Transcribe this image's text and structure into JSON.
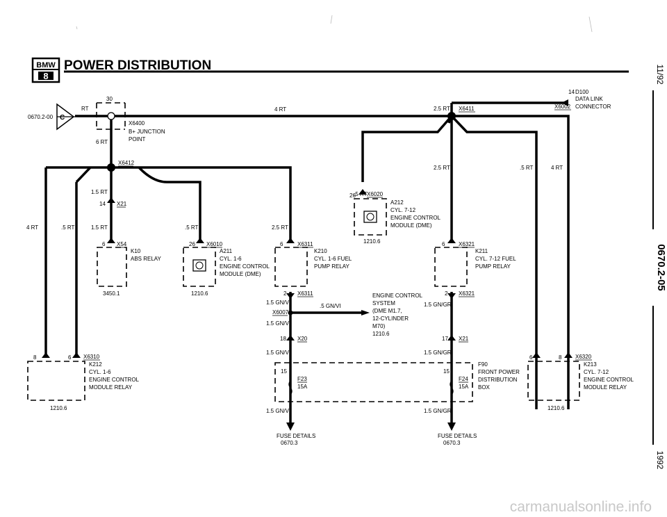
{
  "header": {
    "logo_text": "BMW",
    "logo_series": "8",
    "title": "POWER DISTRIBUTION"
  },
  "sidebar": {
    "date": "11/92",
    "section": "0670.2-05",
    "year": "1992"
  },
  "watermark": "carmanualsonline.info",
  "connector_left": {
    "ref": "0670.2-00",
    "letter": "C"
  },
  "junction": {
    "pin": "30",
    "id": "X6400",
    "name": "B+ JUNCTION",
    "name2": "POINT"
  },
  "data_link": {
    "pin": "14",
    "code": "D100",
    "name": "DATA LINK",
    "id": "X6002",
    "name2": "CONNECTOR"
  },
  "wires": {
    "rt": "RT",
    "rt4": "4 RT",
    "rt6": "6 RT",
    "rt25": "2.5 RT",
    "rt15": "1.5 RT",
    "rt05": ".5 RT",
    "gnvi": "1.5 GN/VI",
    "gnvi05": ".5 GN/VI",
    "gngr": "1.5 GN/GR"
  },
  "connectors": {
    "x6411": "X6411",
    "x6412": "X6412",
    "x21_pin": "14",
    "x21": "X21",
    "x21b_pin": "17",
    "x20_pin": "18",
    "x20": "X20",
    "x54_pin": "6",
    "x54": "X54",
    "x6010_pin": "26",
    "x6010": "X6010",
    "x6020_pin": "26",
    "x6020": "X6020",
    "x6311_pin": "6",
    "x6311": "X6311",
    "x6311b_pin": "2",
    "x6321_pin": "6",
    "x6321": "X6321",
    "x6321b_pin": "2",
    "x6007": "X6007",
    "x6310_pin": "6",
    "x6310": "X6310",
    "x6320_pin": "8",
    "x6320": "X6320",
    "pin8": "8",
    "pin6": "6"
  },
  "components": {
    "k10": {
      "id": "K10",
      "name": "ABS RELAY",
      "ref": "3450.1"
    },
    "a211": {
      "id": "A211",
      "l1": "CYL. 1-6",
      "l2": "ENGINE CONTROL",
      "l3": "MODULE (DME)",
      "ref": "1210.6"
    },
    "a212": {
      "id": "A212",
      "l1": "CYL. 7-12",
      "l2": "ENGINE CONTROL",
      "l3": "MODULE (DME)",
      "ref": "1210.6"
    },
    "k210": {
      "id": "K210",
      "l1": "CYL. 1-6 FUEL",
      "l2": "PUMP RELAY"
    },
    "k211": {
      "id": "K211",
      "l1": "CYL. 7-12 FUEL",
      "l2": "PUMP RELAY"
    },
    "k212": {
      "id": "K212",
      "l1": "CYL. 1-6",
      "l2": "ENGINE CONTROL",
      "l3": "MODULE RELAY",
      "ref": "1210.6"
    },
    "k213": {
      "id": "K213",
      "l1": "CYL. 7-12",
      "l2": "ENGINE CONTROL",
      "l3": "MODULE RELAY",
      "ref": "1210.6"
    },
    "ecs": {
      "l1": "ENGINE CONTROL",
      "l2": "SYSTEM",
      "l3": "(DME M1.7,",
      "l4": "12-CYLINDER",
      "l5": "M70)",
      "ref": "1210.6"
    },
    "f90": {
      "id": "F90",
      "l1": "FRONT POWER",
      "l2": "DISTRIBUTION",
      "l3": "BOX",
      "pin": "15"
    },
    "f23": {
      "id": "F23",
      "amp": "15A"
    },
    "f24": {
      "id": "F24",
      "amp": "15A"
    }
  },
  "fuse_details": {
    "label": "FUSE DETAILS",
    "ref": "0670.3"
  }
}
